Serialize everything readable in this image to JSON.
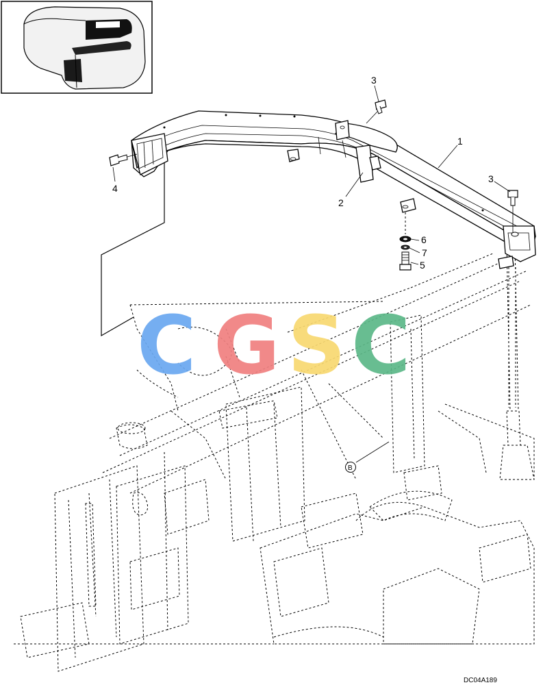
{
  "diagram": {
    "callouts": [
      {
        "id": "c1",
        "text": "1"
      },
      {
        "id": "c2",
        "text": "2"
      },
      {
        "id": "c3a",
        "text": "3"
      },
      {
        "id": "c3b",
        "text": "3"
      },
      {
        "id": "c4",
        "text": "4"
      },
      {
        "id": "c5",
        "text": "5"
      },
      {
        "id": "c6",
        "text": "6"
      },
      {
        "id": "c7",
        "text": "7"
      }
    ],
    "detail_label": "B",
    "drawing_code": "DC04A189",
    "watermark": {
      "letters": [
        "C",
        "G",
        "S",
        "C"
      ],
      "colors": [
        "#6aa8f0",
        "#f08080",
        "#f8d870",
        "#5cb888"
      ]
    }
  }
}
